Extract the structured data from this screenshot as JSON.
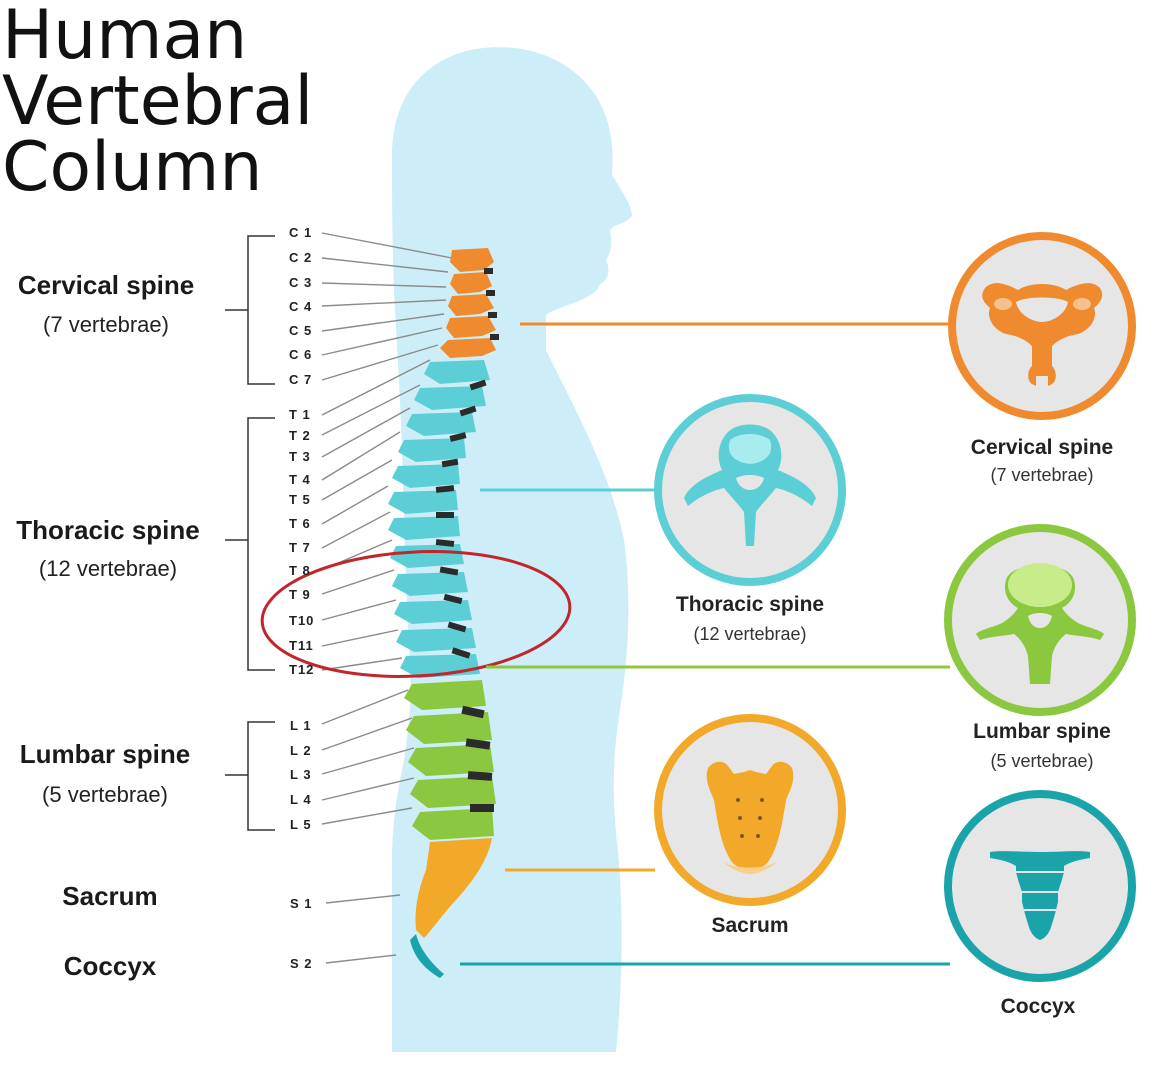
{
  "title": {
    "line1": "Human",
    "line2": "Vertebral",
    "line3": "Column"
  },
  "regions_left": {
    "cervical": {
      "label": "Cervical spine",
      "sub": "(7 vertebrae)"
    },
    "thoracic": {
      "label": "Thoracic spine",
      "sub": "(12 vertebrae)"
    },
    "lumbar": {
      "label": "Lumbar spine",
      "sub": "(5 vertebrae)"
    },
    "sacrum": {
      "label": "Sacrum"
    },
    "coccyx": {
      "label": "Coccyx"
    }
  },
  "vertebra_labels": {
    "cervical": [
      "C 1",
      "C 2",
      "C 3",
      "C 4",
      "C 5",
      "C 6",
      "C 7"
    ],
    "thoracic": [
      "T 1",
      "T 2",
      "T 3",
      "T 4",
      "T 5",
      "T 6",
      "T 7",
      "T 8",
      "T 9",
      "T10",
      "T11",
      "T12"
    ],
    "lumbar": [
      "L 1",
      "L 2",
      "L 3",
      "L 4",
      "L 5"
    ],
    "sacral": [
      "S 1",
      "S 2"
    ]
  },
  "callouts": {
    "cervical": {
      "label": "Cervical spine",
      "sub": "(7 vertebrae)"
    },
    "thoracic": {
      "label": "Thoracic spine",
      "sub": "(12 vertebrae)"
    },
    "lumbar": {
      "label": "Lumbar spine",
      "sub": "(5 vertebrae)"
    },
    "sacrum": {
      "label": "Sacrum"
    },
    "coccyx": {
      "label": "Coccyx"
    }
  },
  "colors": {
    "body": "#cdeef9",
    "cervical": "#ef8a2e",
    "thoracic": "#5ccfd6",
    "lumbar": "#8bc83f",
    "sacrum": "#f2a92a",
    "coccyx": "#1aa3a8",
    "highlight_ellipse": "#c0262b"
  }
}
